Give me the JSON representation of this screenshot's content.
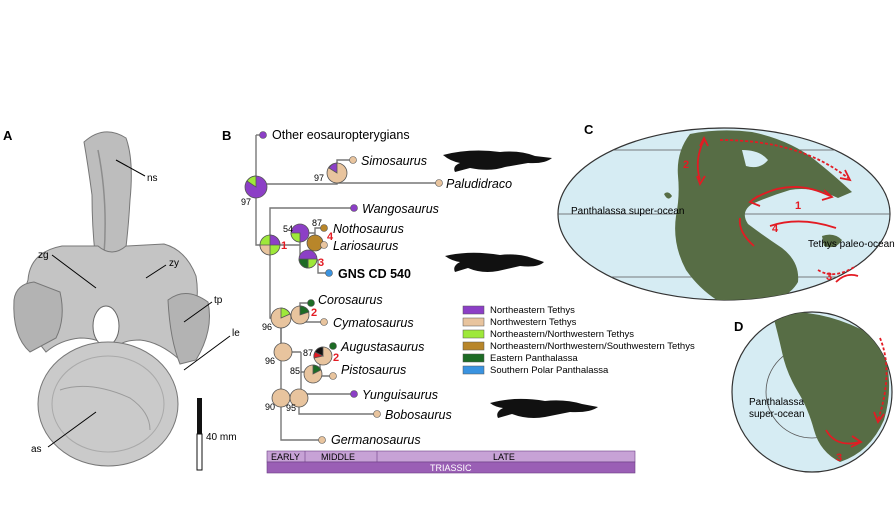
{
  "panels": {
    "A": "A",
    "B": "B",
    "C": "C",
    "D": "D"
  },
  "panelA": {
    "labels": {
      "ns": "ns",
      "zg": "zg",
      "zy": "zy",
      "tp": "tp",
      "le": "le",
      "as": "as"
    },
    "scale_bar": "40 mm"
  },
  "panelB": {
    "taxa": {
      "other": "Other eosauropterygians",
      "simosaurus": "Simosaurus",
      "paludidraco": "Paludidraco",
      "wangosaurus": "Wangosaurus",
      "nothosaurus": "Nothosaurus",
      "lariosaurus": "Lariosaurus",
      "gns": "GNS CD 540",
      "corosaurus": "Corosaurus",
      "cymatosaurus": "Cymatosaurus",
      "augustasaurus": "Augustasaurus",
      "pistosaurus": "Pistosaurus",
      "yunguisaurus": "Yunguisaurus",
      "bobosaurus": "Bobosaurus",
      "germanosaurus": "Germanosaurus"
    },
    "support": {
      "n97a": "97",
      "n97b": "97",
      "n54": "54",
      "n87a": "87",
      "n96a": "96",
      "n96b": "96",
      "n87b": "87",
      "n85": "85",
      "n90": "90",
      "n95": "95"
    },
    "events": {
      "e1": "1",
      "e2a": "2",
      "e2b": "2",
      "e3": "3",
      "e4": "4"
    },
    "legend": [
      {
        "label": "Northeastern Tethys",
        "color": "#8c3fc6"
      },
      {
        "label": "Northwestern Tethys",
        "color": "#e8c49e"
      },
      {
        "label": "Northeastern/Northwestern Tethys",
        "color": "#9ee83a"
      },
      {
        "label": "Northeastern/Northwestern/Southwestern Tethys",
        "color": "#b8862a"
      },
      {
        "label": "Eastern Panthalassa",
        "color": "#1d6b25"
      },
      {
        "label": "Southern Polar Panthalassa",
        "color": "#3a93e0"
      }
    ],
    "timescale": {
      "early": "EARLY",
      "middle": "MIDDLE",
      "late": "LATE",
      "period": "TRIASSIC"
    }
  },
  "panelC": {
    "panthalassa": "Panthalassa super-ocean",
    "tethys": "Tethys paleo-ocean",
    "events": {
      "e1": "1",
      "e2": "2",
      "e3": "3",
      "e4": "4"
    }
  },
  "panelD": {
    "panthalassa_line1": "Panthalassa",
    "panthalassa_line2": "super-ocean",
    "event": "3"
  },
  "colors": {
    "ocean": "#d6ecf3",
    "land": "#576d45",
    "arrow": "#e31b23",
    "timescale": "#b78ac9",
    "timescale_dark": "#9a5fb5"
  }
}
